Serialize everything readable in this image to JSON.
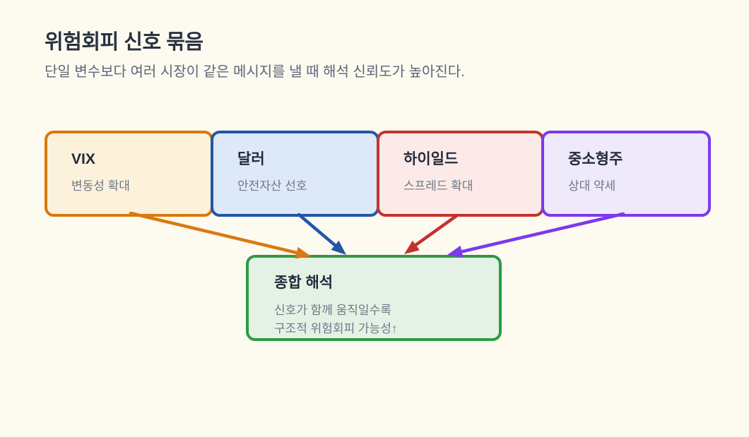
{
  "header": {
    "title": "위험회피 신호 묶음",
    "subtitle": "단일 변수보다 여러 시장이 같은 메시지를 낼 때 해석 신뢰도가 높아진다."
  },
  "nodes": [
    {
      "id": "vix",
      "title": "VIX",
      "desc": "변동성 확대",
      "border": "#D9790F",
      "fill": "#FCF1DA"
    },
    {
      "id": "dollar",
      "title": "달러",
      "desc": "안전자산 선호",
      "border": "#2157A6",
      "fill": "#DDE8F8"
    },
    {
      "id": "high-yield",
      "title": "하이일드",
      "desc": "스프레드 확대",
      "border": "#C3342B",
      "fill": "#FBEAE7"
    },
    {
      "id": "small-caps",
      "title": "중소형주",
      "desc": "상대 약세",
      "border": "#7B3AEC",
      "fill": "#EEE9FB"
    }
  ],
  "summary": {
    "id": "summary",
    "title": "종합 해석",
    "lines": [
      "신호가 함께 움직일수록",
      "구조적 위험회피 가능성↑"
    ],
    "border": "#2E9A44",
    "fill": "#E4F2E6"
  },
  "edges": [
    {
      "from": "vix",
      "to": "summary",
      "color": "#D9790F"
    },
    {
      "from": "dollar",
      "to": "summary",
      "color": "#2157A6"
    },
    {
      "from": "high-yield",
      "to": "summary",
      "color": "#C3342B"
    },
    {
      "from": "small-caps",
      "to": "summary",
      "color": "#7B3AEC"
    }
  ],
  "colors": {
    "background": "#FDFAF0",
    "title_text": "#2A3240",
    "subtitle_text": "#5C6777",
    "node_title_text": "#222B3A",
    "node_desc_text": "#6F7987"
  }
}
